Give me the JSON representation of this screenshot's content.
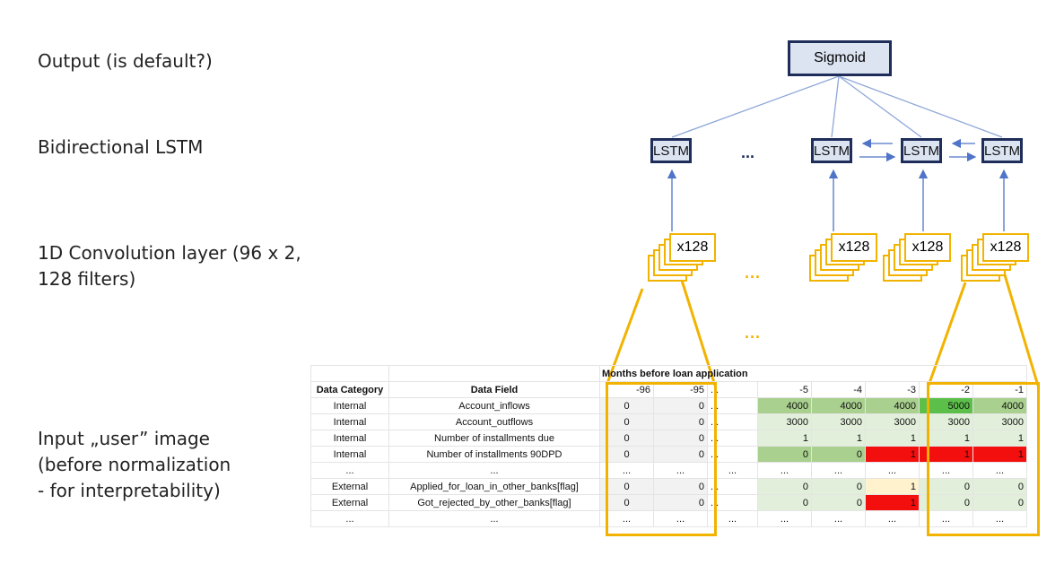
{
  "layer_labels": {
    "output": "Output (is default?)",
    "lstm": "Bidirectional LSTM",
    "conv_line1": "1D Convolution layer (96 x 2,",
    "conv_line2": "128 filters)",
    "input_line1": "Input „user” image",
    "input_line2": "(before normalization",
    "input_line3": "-  for interpretability)"
  },
  "sigmoid_label": "Sigmoid",
  "lstm_label": "LSTM",
  "ellipsis": "...",
  "conv_label": "x128",
  "colors": {
    "navy": "#1f2d5a",
    "box_fill": "#dce4f2",
    "connector": "#8fa8d8",
    "highlight": "#f2b300",
    "green_light": "#e2efda",
    "green_mid": "#a9d08e",
    "green_strong": "#5bbf4a",
    "red": "#f40f0f",
    "yellow_light": "#fff2cc"
  },
  "table": {
    "super_header": "Months before loan application",
    "col_category": "Data Category",
    "col_field": "Data Field",
    "months": [
      "-96",
      "-95",
      "...",
      "-5",
      "-4",
      "-3",
      "-2",
      "-1"
    ],
    "rows": [
      {
        "category": "Internal",
        "field": "Account_inflows",
        "values": [
          "0",
          "0",
          "...",
          "4000",
          "4000",
          "4000",
          "5000",
          "4000"
        ]
      },
      {
        "category": "Internal",
        "field": "Account_outflows",
        "values": [
          "0",
          "0",
          "...",
          "3000",
          "3000",
          "3000",
          "3000",
          "3000"
        ]
      },
      {
        "category": "Internal",
        "field": "Number of installments due",
        "values": [
          "0",
          "0",
          "...",
          "1",
          "1",
          "1",
          "1",
          "1"
        ]
      },
      {
        "category": "Internal",
        "field": "Number of installments 90DPD",
        "values": [
          "0",
          "0",
          "...",
          "0",
          "0",
          "1",
          "1",
          "1"
        ]
      },
      {
        "category": "...",
        "field": "...",
        "values": [
          "...",
          "...",
          "...",
          "...",
          "...",
          "...",
          "...",
          "..."
        ]
      },
      {
        "category": "External",
        "field": "Applied_for_loan_in_other_banks[flag]",
        "values": [
          "0",
          "0",
          "...",
          "0",
          "0",
          "1",
          "0",
          "0"
        ]
      },
      {
        "category": "External",
        "field": "Got_rejected_by_other_banks[flag]",
        "values": [
          "0",
          "0",
          "...",
          "0",
          "0",
          "1",
          "0",
          "0"
        ]
      },
      {
        "category": "...",
        "field": "...",
        "values": [
          "...",
          "...",
          "...",
          "...",
          "...",
          "...",
          "...",
          "..."
        ]
      }
    ]
  }
}
